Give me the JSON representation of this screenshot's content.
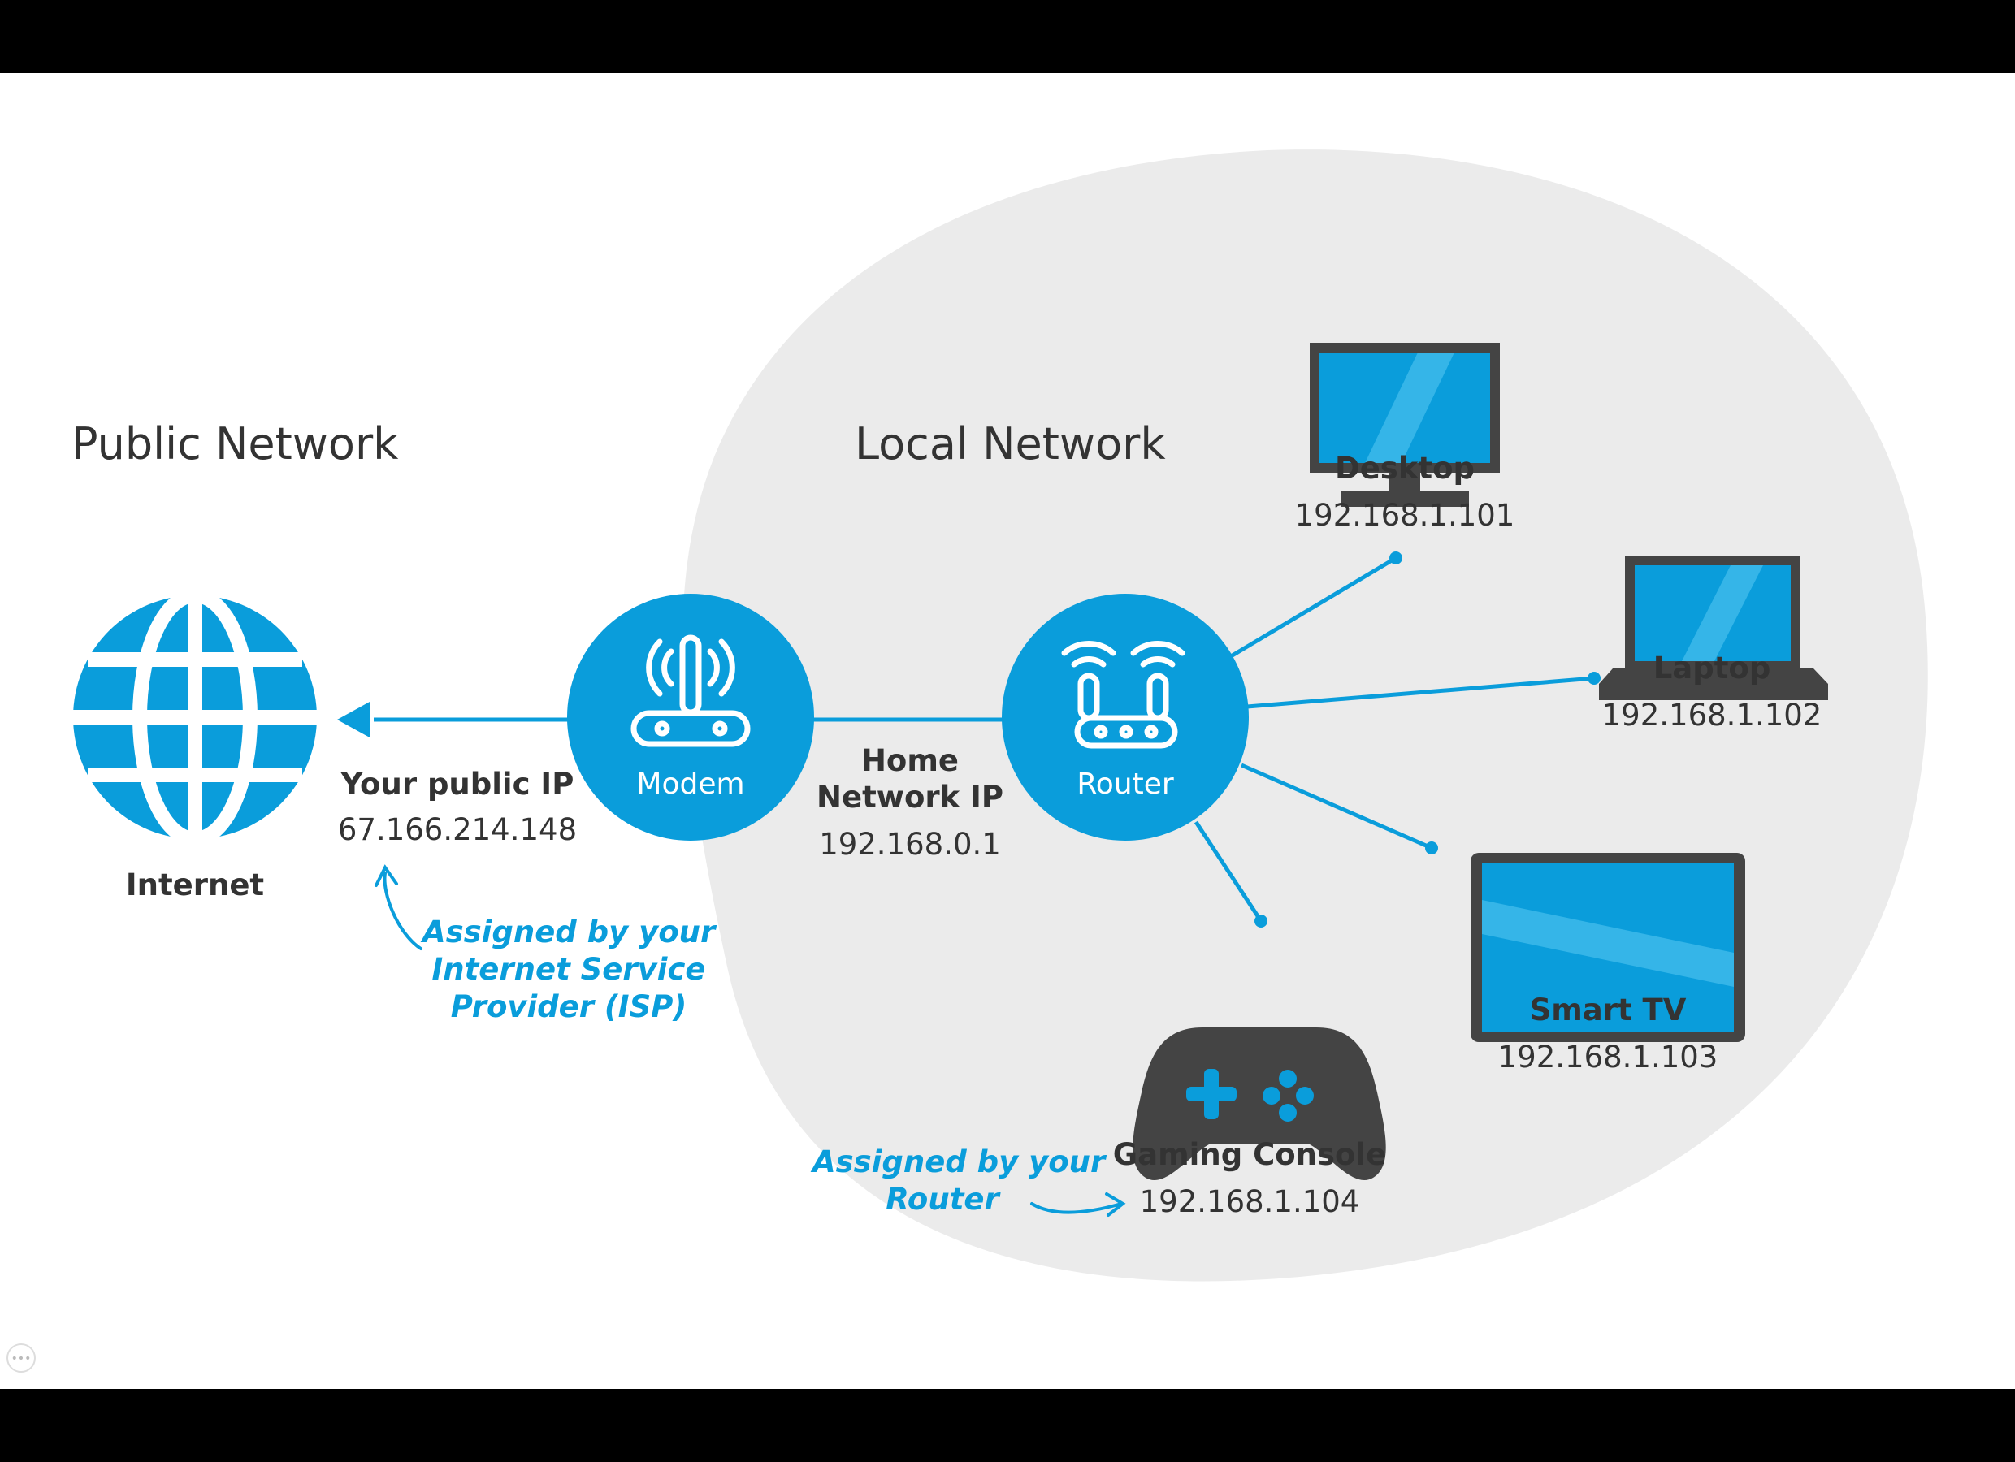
{
  "headings": {
    "public": "Public Network",
    "local": "Local Network"
  },
  "internet": {
    "label": "Internet",
    "icon": "globe-icon"
  },
  "public_ip": {
    "title": "Your public IP",
    "value": "67.166.214.148",
    "note": [
      "Assigned by your",
      "Internet Service",
      "Provider (ISP)"
    ]
  },
  "modem": {
    "label": "Modem",
    "icon": "modem-icon"
  },
  "home_ip": {
    "title_line1": "Home",
    "title_line2": "Network IP",
    "value": "192.168.0.1"
  },
  "router": {
    "label": "Router",
    "icon": "router-icon"
  },
  "devices": [
    {
      "name": "Desktop",
      "ip": "192.168.1.101",
      "icon": "desktop-icon"
    },
    {
      "name": "Laptop",
      "ip": "192.168.1.102",
      "icon": "laptop-icon"
    },
    {
      "name": "Smart TV",
      "ip": "192.168.1.103",
      "icon": "smart-tv-icon"
    },
    {
      "name": "Gaming Console",
      "ip": "192.168.1.104",
      "icon": "gamepad-icon"
    }
  ],
  "router_note": [
    "Assigned by your",
    "Router"
  ],
  "colors": {
    "accent": "#0a9ddb",
    "dark": "#444444",
    "local_bg": "#ebebeb",
    "text": "#333333"
  }
}
